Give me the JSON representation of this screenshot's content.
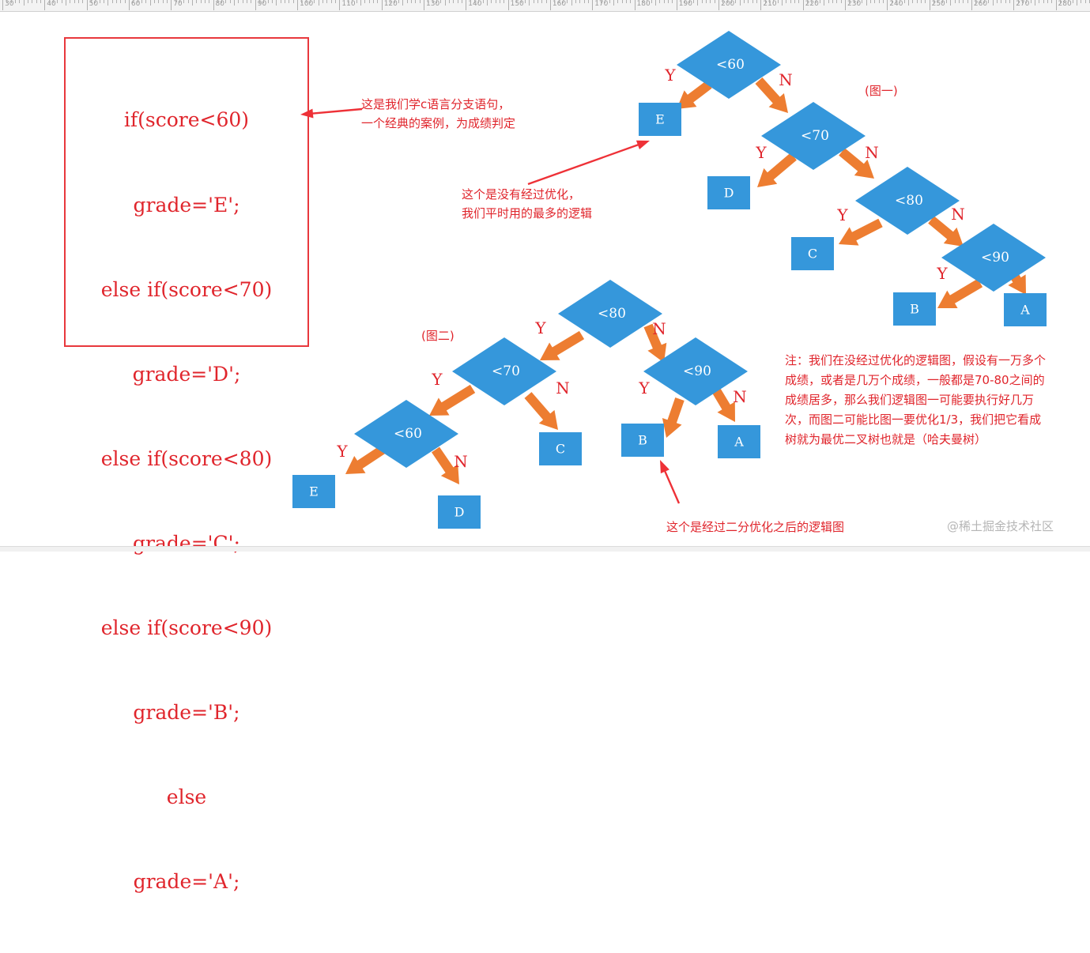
{
  "ruler": {
    "labels": [
      "30",
      "40",
      "50",
      "60",
      "70",
      "80",
      "90",
      "100",
      "110",
      "120",
      "130",
      "140",
      "150",
      "160",
      "170",
      "180",
      "190",
      "200",
      "210",
      "220",
      "230",
      "240",
      "250",
      "260",
      "270",
      "280"
    ]
  },
  "code": {
    "lines": [
      "if(score<60)",
      "grade='E';",
      "else if(score<70)",
      "grade='D';",
      "else if(score<80)",
      "grade='C';",
      "else if(score<90)",
      "grade='B';",
      "else",
      "grade='A';"
    ]
  },
  "notes": {
    "code_note": "这是我们学c语言分支语句，\n一个经典的案例，为成绩判定",
    "fig1_label": "(图一)",
    "fig1_note": "这个是没有经过优化，\n我们平时用的最多的逻辑",
    "fig2_label": "(图二)",
    "fig2_note": "这个是经过二分优化之后的逻辑图",
    "summary": "注：我们在没经过优化的逻辑图，假设有一万多个\n成绩，或者是几万个成绩，一般都是70-80之间的\n成绩居多，那么我们逻辑图一可能要执行好几万\n次，而图二可能比图一要优化1/3，我们把它看成\n树就为最优二叉树也就是（哈夫曼树）"
  },
  "watermark": "@稀土掘金技术社区",
  "colors": {
    "node_blue": "#3597db",
    "arrow_orange": "#ed7d31",
    "text_red": "#e0252c"
  },
  "figure1": {
    "decisions": [
      {
        "id": "d60",
        "label": "<60"
      },
      {
        "id": "d70",
        "label": "<70"
      },
      {
        "id": "d80",
        "label": "<80"
      },
      {
        "id": "d90",
        "label": "<90"
      }
    ],
    "leaves": [
      {
        "id": "E",
        "label": "E"
      },
      {
        "id": "D",
        "label": "D"
      },
      {
        "id": "C",
        "label": "C"
      },
      {
        "id": "B",
        "label": "B"
      },
      {
        "id": "A",
        "label": "A"
      }
    ],
    "edges": [
      {
        "from": "d60",
        "to": "E",
        "label": "Y"
      },
      {
        "from": "d60",
        "to": "d70",
        "label": "N"
      },
      {
        "from": "d70",
        "to": "D",
        "label": "Y"
      },
      {
        "from": "d70",
        "to": "d80",
        "label": "N"
      },
      {
        "from": "d80",
        "to": "C",
        "label": "Y"
      },
      {
        "from": "d80",
        "to": "d90",
        "label": "N"
      },
      {
        "from": "d90",
        "to": "B",
        "label": "Y"
      },
      {
        "from": "d90",
        "to": "A",
        "label": ""
      }
    ]
  },
  "figure2": {
    "decisions": [
      {
        "id": "d80",
        "label": "<80"
      },
      {
        "id": "d70",
        "label": "<70"
      },
      {
        "id": "d90",
        "label": "<90"
      },
      {
        "id": "d60",
        "label": "<60"
      }
    ],
    "leaves": [
      {
        "id": "C",
        "label": "C"
      },
      {
        "id": "B",
        "label": "B"
      },
      {
        "id": "A",
        "label": "A"
      },
      {
        "id": "E",
        "label": "E"
      },
      {
        "id": "D",
        "label": "D"
      }
    ],
    "edges": [
      {
        "from": "d80",
        "to": "d70",
        "label": "Y"
      },
      {
        "from": "d80",
        "to": "d90",
        "label": "N"
      },
      {
        "from": "d70",
        "to": "d60",
        "label": "Y"
      },
      {
        "from": "d70",
        "to": "C",
        "label": "N"
      },
      {
        "from": "d90",
        "to": "B",
        "label": "Y"
      },
      {
        "from": "d90",
        "to": "A",
        "label": "N"
      },
      {
        "from": "d60",
        "to": "E",
        "label": "Y"
      },
      {
        "from": "d60",
        "to": "D",
        "label": "N"
      }
    ]
  }
}
